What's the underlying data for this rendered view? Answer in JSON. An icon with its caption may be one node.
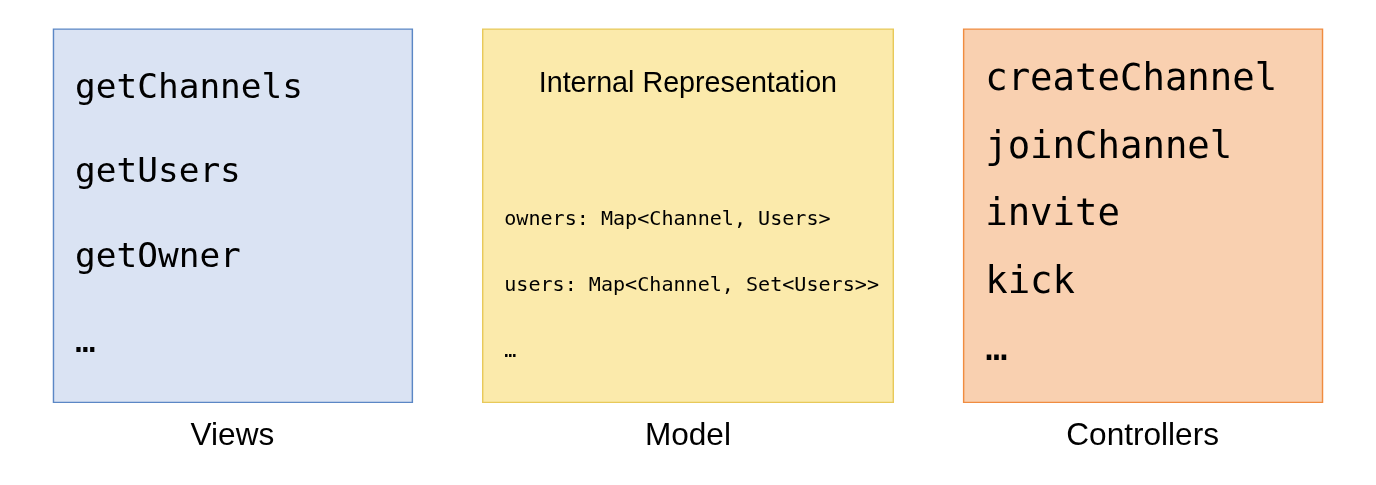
{
  "diagram": {
    "nodes": [
      {
        "text": [
          "getChannels",
          "getUsers",
          "getOwner",
          "…"
        ],
        "beside": [
          "Views"
        ]
      },
      {
        "text": [
          "Internal Representation",
          "owners: Map<Channel, Users>",
          "users: Map<Channel, Set<Users>>",
          "…"
        ],
        "beside": [
          "Model"
        ]
      },
      {
        "text": [
          "createChannel",
          "joinChannel",
          "invite",
          "kick",
          "…"
        ],
        "beside": [
          "Controllers"
        ]
      }
    ]
  }
}
